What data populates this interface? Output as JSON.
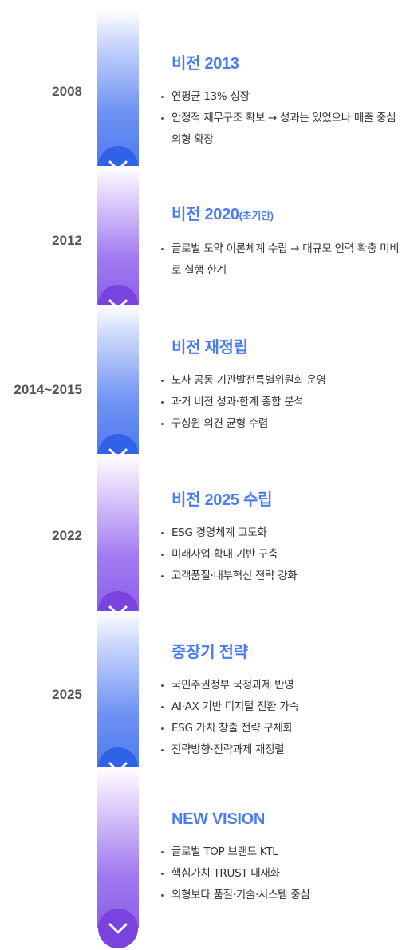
{
  "entries": [
    {
      "year": "2008",
      "title": "비전 2013",
      "title_suffix": "",
      "items": [
        "연평균 13% 성장",
        "안정적 재무구조 확보 → 성과는 있었으나 매출 중심 외형 확장"
      ],
      "color": "#2f62e6"
    },
    {
      "year": "2012",
      "title": "비전 2020",
      "title_suffix": "(초기안)",
      "items": [
        "글로벌 도약 이론체계 수립 → 대규모 인력 확충 미비로 실행 한계"
      ],
      "color": "#7a43dd"
    },
    {
      "year": "2014~2015",
      "title": "비전 재정립",
      "title_suffix": "",
      "items": [
        "노사 공동 기관발전특별위원회 운영",
        "과거 비전 성과·한계 종합 분석",
        "구성원 의견 균형 수렴"
      ],
      "color": "#2f62e6"
    },
    {
      "year": "2022",
      "title": "비전 2025 수립",
      "title_suffix": "",
      "items": [
        "ESG 경영체계 고도화",
        "미래사업 확대 기반 구축",
        "고객품질·내부혁신 전략 강화"
      ],
      "color": "#7a43dd"
    },
    {
      "year": "2025",
      "title": "중장기 전략",
      "title_suffix": "",
      "items": [
        "국민주권정부 국정과제 반영",
        "AI·AX 기반 디지털 전환 가속",
        "ESG 가치 창출 전략 구체화",
        "전략방향·전략과제 재정렬"
      ],
      "color": "#2f62e6"
    },
    {
      "year": "",
      "title": "NEW VISION",
      "title_suffix": "",
      "items": [
        "글로벌 TOP 브랜드 KTL",
        "핵심가치 TRUST 내재화",
        "외형보다 품질·기술·시스템 중심"
      ],
      "color": "#7a43dd"
    }
  ],
  "icons": {
    "expand": "chevron-down-icon"
  },
  "colors": {
    "title": "#4a7cf2",
    "blue": "#2f62e6",
    "purple": "#7a43dd"
  }
}
